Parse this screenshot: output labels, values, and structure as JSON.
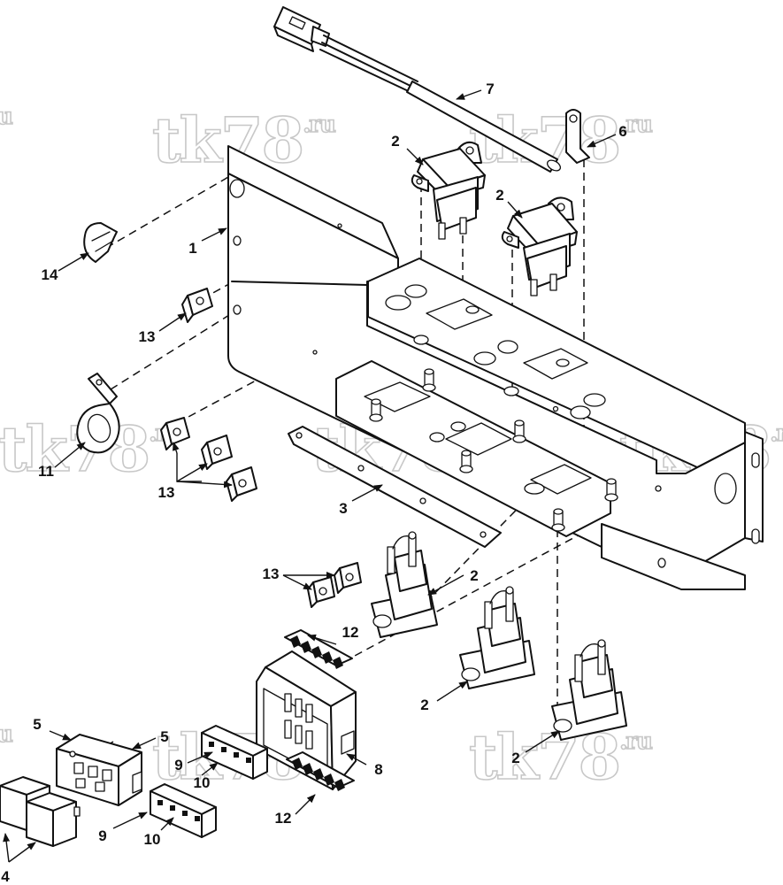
{
  "watermark": {
    "text": "tk78",
    "suffix": ".ru",
    "fragment": "u"
  },
  "callouts": {
    "c1": "1",
    "c2a": "2",
    "c2b": "2",
    "c2c": "2",
    "c2d": "2",
    "c2e": "2",
    "c3": "3",
    "c4": "4",
    "c5a": "5",
    "c5b": "5",
    "c6": "6",
    "c7": "7",
    "c8": "8",
    "c9a": "9",
    "c9b": "9",
    "c10a": "10",
    "c10b": "10",
    "c11": "11",
    "c12a": "12",
    "c12b": "12",
    "c13a": "13",
    "c13b": "13",
    "c13c": "13",
    "c14": "14"
  }
}
